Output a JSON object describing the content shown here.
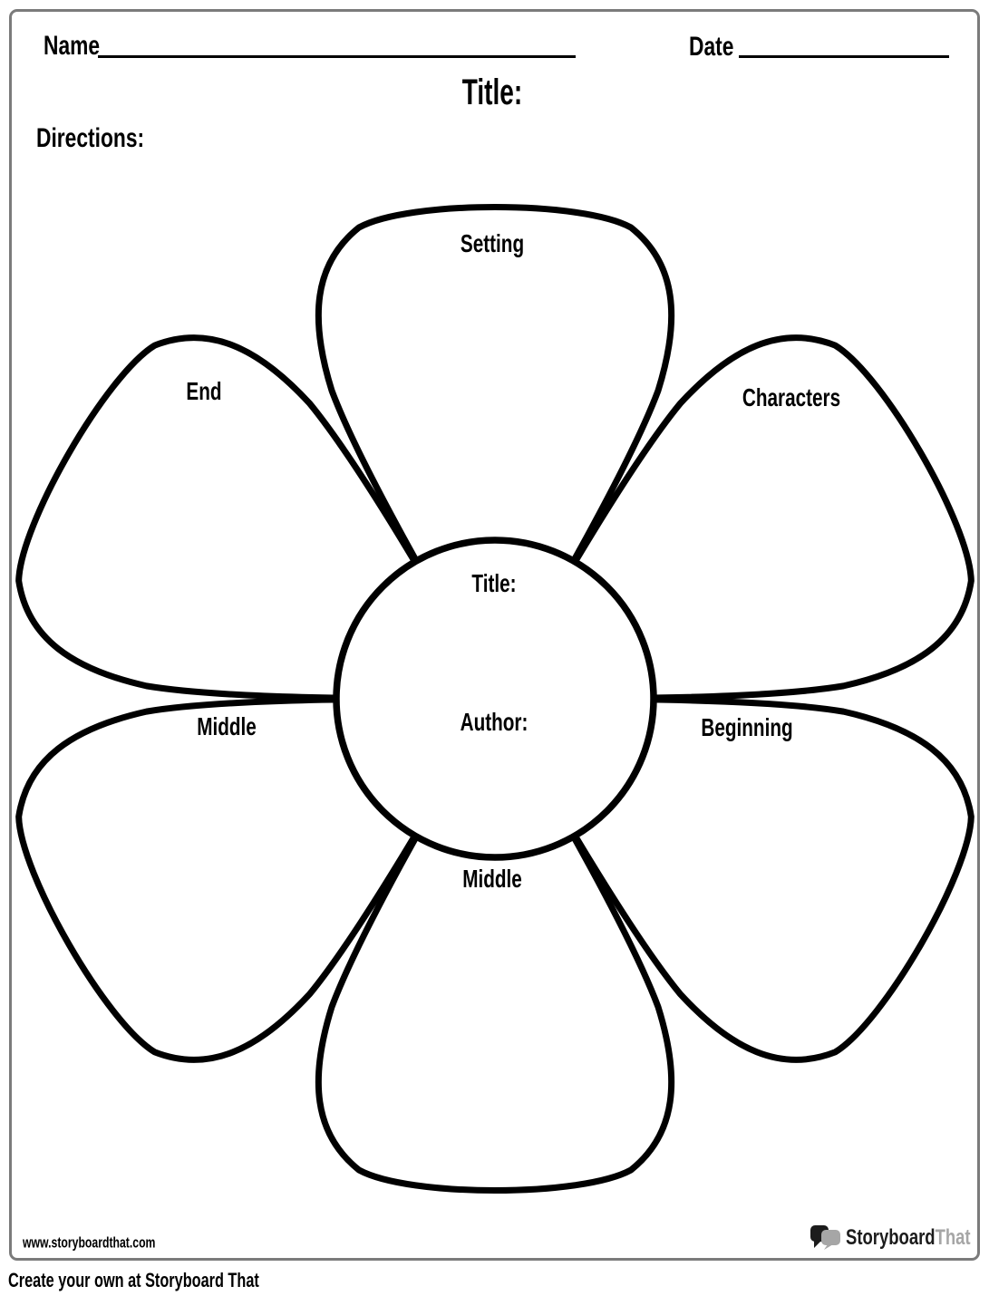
{
  "header": {
    "name_label": "Name",
    "date_label": "Date",
    "title_label": "Title:",
    "directions_label": "Directions:"
  },
  "flower": {
    "center": {
      "title_label": "Title:",
      "author_label": "Author:"
    },
    "petals": [
      {
        "position": "top",
        "label": "Setting"
      },
      {
        "position": "upper-right",
        "label": "Characters"
      },
      {
        "position": "lower-right",
        "label": "Beginning"
      },
      {
        "position": "bottom",
        "label": "Middle"
      },
      {
        "position": "lower-left",
        "label": "Middle"
      },
      {
        "position": "upper-left",
        "label": "End"
      }
    ]
  },
  "footer": {
    "website": "www.storyboardthat.com",
    "logo": {
      "word_black": "Storyboard",
      "word_gray": "That"
    },
    "tagline": "Create your own at Storyboard That"
  },
  "colors": {
    "ink": "#000000",
    "page_border": "#7b7b7b",
    "logo_gray": "#a6a6a6",
    "logo_black": "#1c1c1c"
  }
}
